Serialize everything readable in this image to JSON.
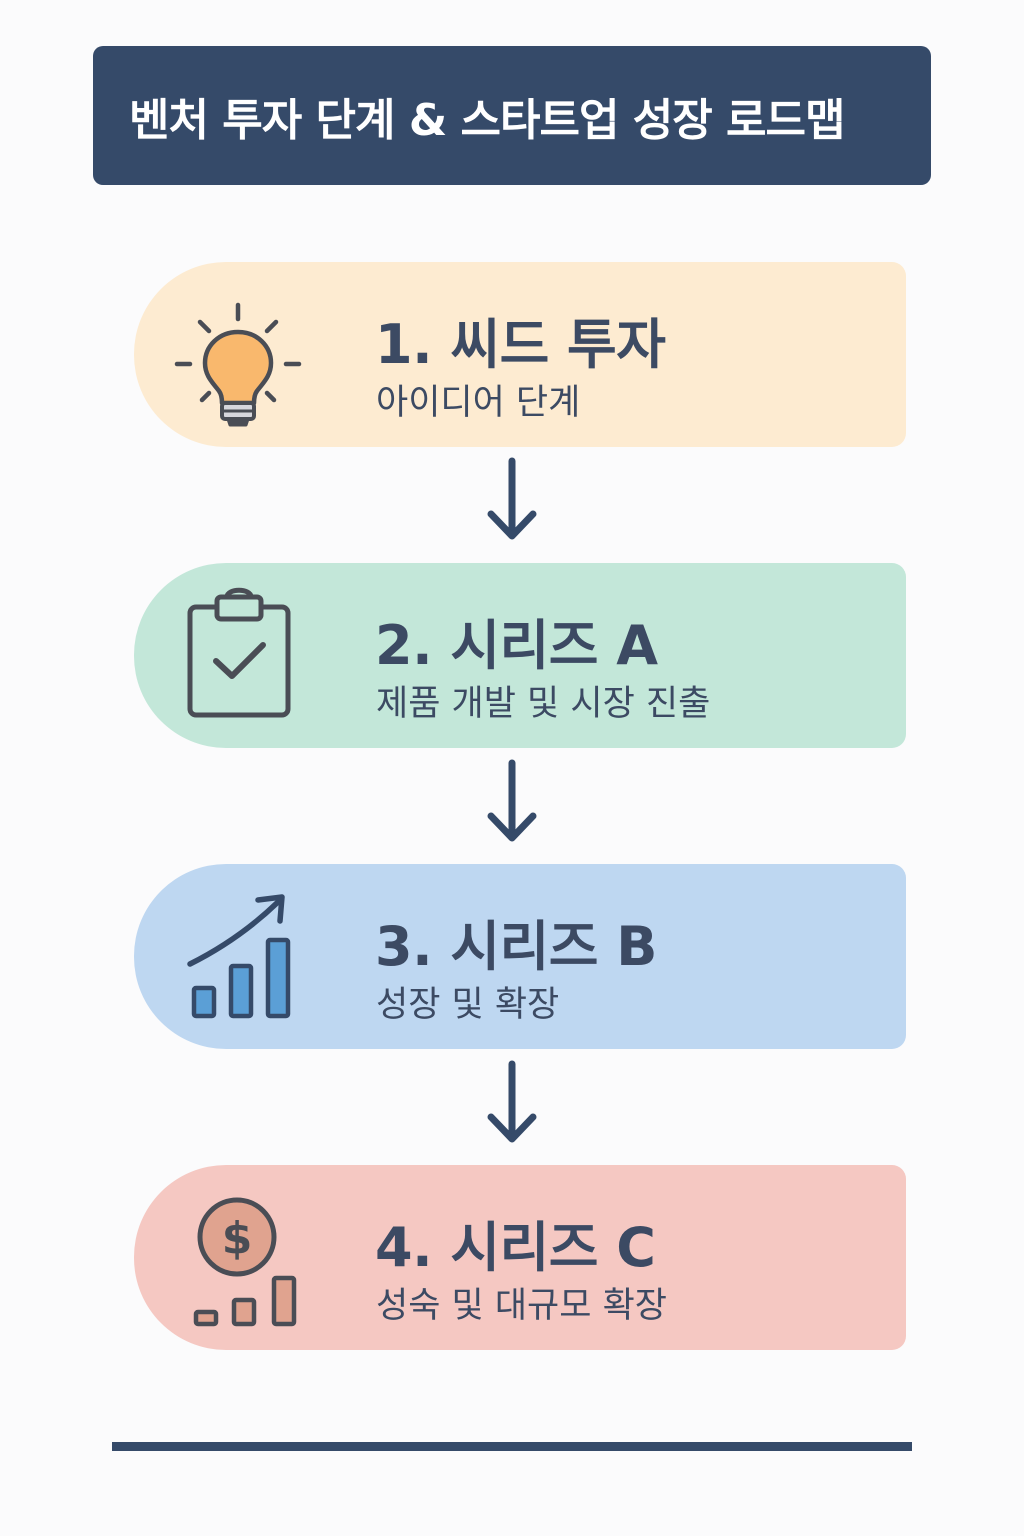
{
  "title": "벤처 투자 단계 & 스타트업 성장 로드맵",
  "colors": {
    "header": "#354a69",
    "text": "#3c4a63",
    "arrow": "#354a69",
    "icon_stroke": "#4a4d55"
  },
  "stages": [
    {
      "heading": "1. 씨드 투자",
      "subtitle": "아이디어 단계",
      "icon": "lightbulb-icon",
      "background": "#fdebd1"
    },
    {
      "heading": "2. 시리즈 A",
      "subtitle": "제품 개발 및 시장 진출",
      "icon": "clipboard-check-icon",
      "background": "#c3e7d9"
    },
    {
      "heading": "3. 시리즈 B",
      "subtitle": "성장 및 확장",
      "icon": "growth-chart-icon",
      "background": "#bed7f1"
    },
    {
      "heading": "4. 시리즈 C",
      "subtitle": "성숙 및 대규모 확장",
      "icon": "dollar-coin-chart-icon",
      "background": "#f5c8c2"
    }
  ]
}
